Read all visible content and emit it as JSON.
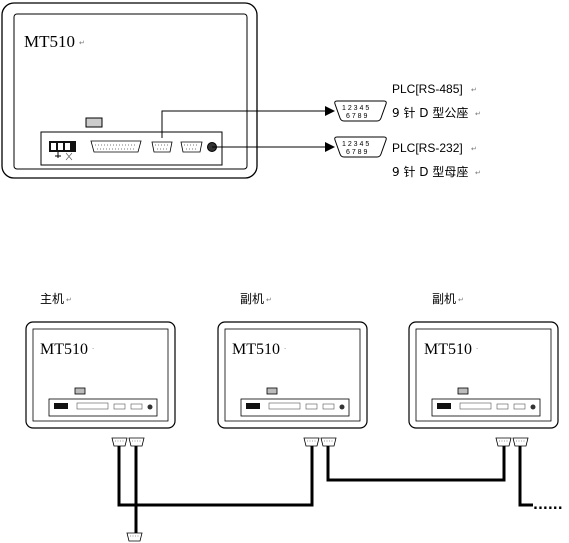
{
  "top": {
    "device_title": "MT510",
    "port1_label": "PLC[RS-485]",
    "port1_desc": "9 针 D 型公座",
    "port2_label": "PLC[RS-232]",
    "port2_desc": "9 针 D 型母座",
    "db9_pins_row1": "1 2 3 4 5",
    "db9_pins_row2": "6 7 8 9"
  },
  "bottom": {
    "units": [
      {
        "role": "主机",
        "title": "MT510"
      },
      {
        "role": "副机",
        "title": "MT510"
      },
      {
        "role": "副机",
        "title": "MT510"
      }
    ],
    "continuation": "......"
  }
}
